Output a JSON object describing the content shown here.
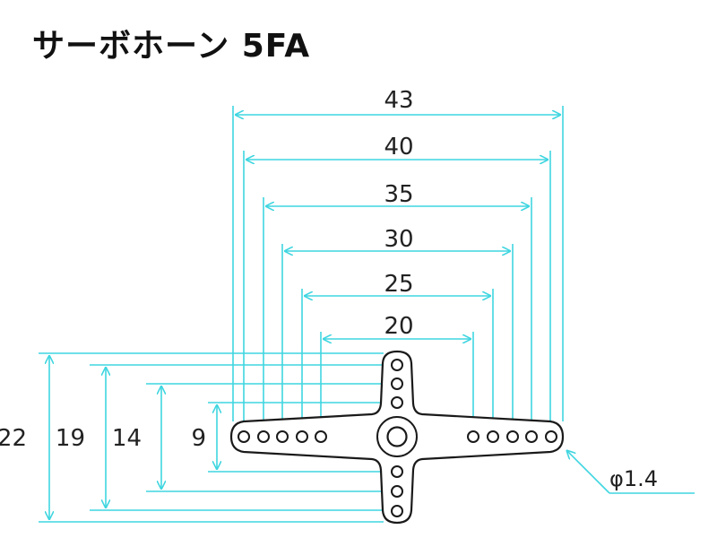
{
  "title": "サーボホーン 5FA",
  "colors": {
    "dimension": "#3fd6e0",
    "outline": "#1a1a1a"
  },
  "horizontal_dimensions": [
    "43",
    "40",
    "35",
    "30",
    "25",
    "20"
  ],
  "vertical_dimensions": [
    "22",
    "19",
    "14",
    "9"
  ],
  "hole_label": "φ1.4"
}
